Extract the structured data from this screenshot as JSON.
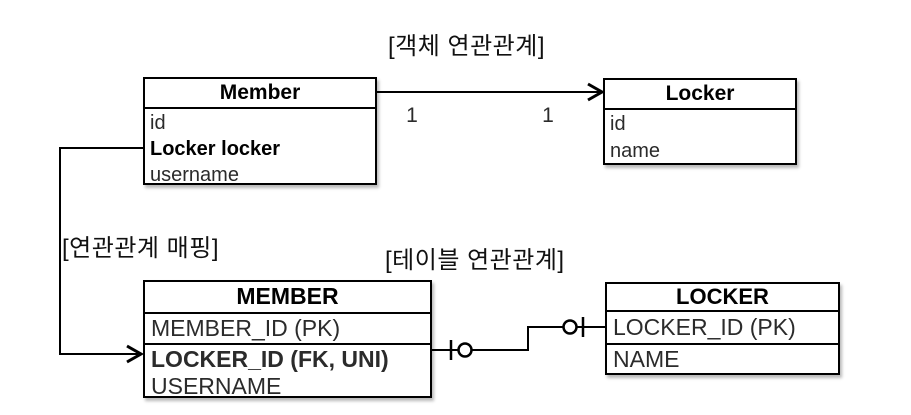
{
  "object_association": {
    "caption": "[객체 연관관계]",
    "member": {
      "title": "Member",
      "fields": [
        "id",
        "Locker locker",
        "username"
      ]
    },
    "locker": {
      "title": "Locker",
      "fields": [
        "id",
        "name"
      ]
    },
    "multiplicity_source": "1",
    "multiplicity_target": "1"
  },
  "mapping": {
    "caption": "[연관관계 매핑]"
  },
  "table_association": {
    "caption": "[테이블 연관관계]",
    "member": {
      "title": "MEMBER",
      "rows": [
        "MEMBER_ID (PK)",
        "LOCKER_ID (FK, UNI)",
        "USERNAME"
      ]
    },
    "locker": {
      "title": "LOCKER",
      "rows": [
        "LOCKER_ID (PK)",
        "NAME"
      ]
    }
  },
  "colors": {
    "background": "#ffffff",
    "line": "#000000",
    "text_regular": "#2b2b2b",
    "text_bold": "#000000"
  }
}
